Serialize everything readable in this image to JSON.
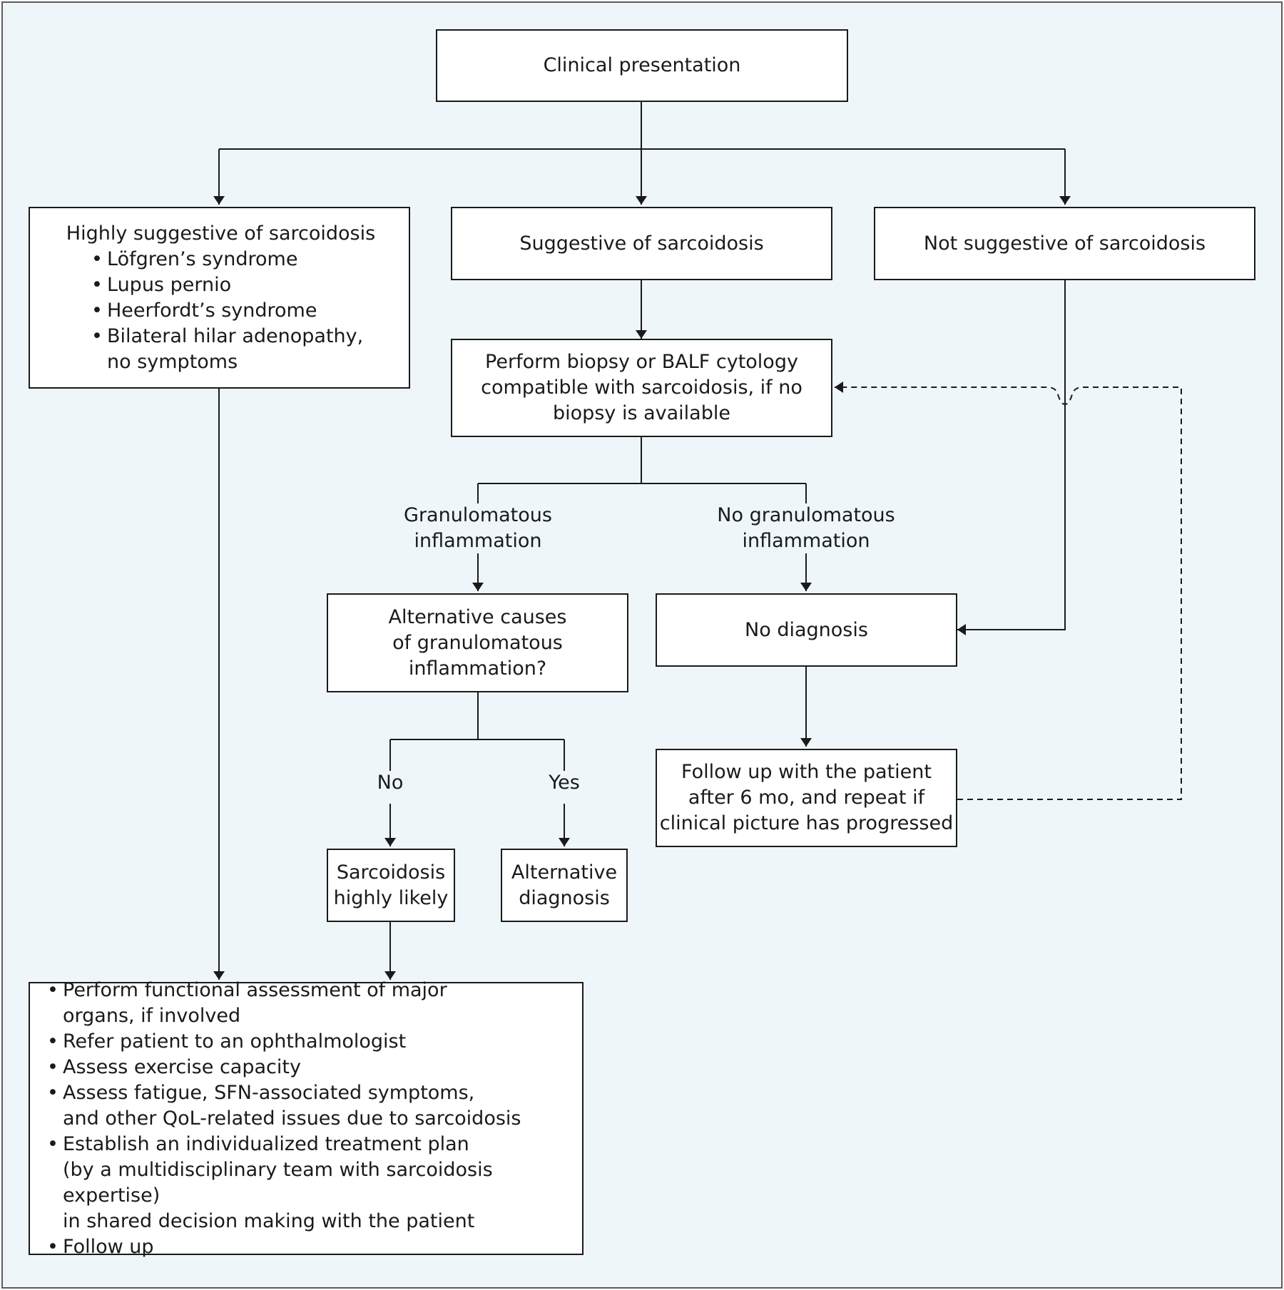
{
  "nodes": {
    "clinical_presentation": "Clinical presentation",
    "highly_suggestive": {
      "title": "Highly suggestive of sarcoidosis",
      "items": [
        "Löfgren’s syndrome",
        "Lupus pernio",
        "Heerfordt’s syndrome",
        "Bilateral hilar adenopathy,\nno symptoms"
      ]
    },
    "suggestive": "Suggestive of sarcoidosis",
    "not_suggestive": "Not suggestive of sarcoidosis",
    "biopsy": "Perform biopsy or BALF cytology\ncompatible with sarcoidosis, if no\nbiopsy is available",
    "alternative_causes": "Alternative causes\nof granulomatous\ninflammation?",
    "no_diagnosis": "No diagnosis",
    "follow_up": "Follow up with the patient\nafter 6 mo, and repeat if\nclinical picture has progressed",
    "sarcoidosis_likely": "Sarcoidosis\nhighly likely",
    "alternative_diagnosis": "Alternative\ndiagnosis",
    "management": {
      "items": [
        "Perform functional assessment of major\norgans, if involved",
        "Refer patient to an ophthalmologist",
        "Assess exercise capacity",
        "Assess fatigue, SFN-associated symptoms,\nand other QoL-related issues due to sarcoidosis",
        "Establish an individualized treatment plan\n(by a multidisciplinary team with sarcoidosis expertise)\nin shared decision making with the patient",
        "Follow up"
      ]
    }
  },
  "edge_labels": {
    "granulomatous": "Granulomatous\ninflammation",
    "no_granulomatous": "No granulomatous\ninflammation",
    "no": "No",
    "yes": "Yes"
  },
  "colors": {
    "background": "#eef6fa",
    "frame": "#5c5c5c",
    "line": "#1a1a1a",
    "box_fill": "#ffffff"
  }
}
